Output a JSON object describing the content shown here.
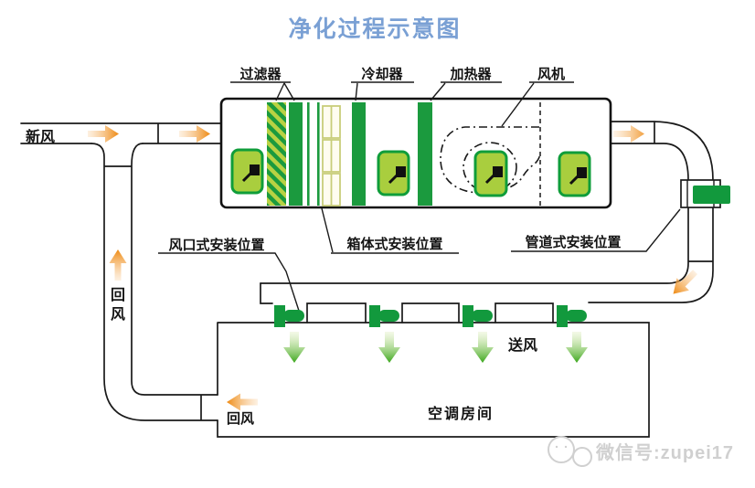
{
  "title": "净化过程示意图",
  "labels": {
    "filter": "过滤器",
    "cooler": "冷却器",
    "heater": "加热器",
    "fan": "风机",
    "fresh_air": "新风",
    "return_air": "回风",
    "supply_air": "送风",
    "room": "空调房间",
    "install_outlet": "风口式安装位置",
    "install_box": "箱体式安装位置",
    "install_duct": "管道式安装位置"
  },
  "watermark": {
    "text": "微信号:zupei17"
  },
  "colors": {
    "title_blue": "#7aa0d4",
    "band_green": "#1b9a3e",
    "device_fill": "#a9ce3e",
    "device_border": "#0f9d3a",
    "diffuser_green": "#12993d",
    "arrow_orange": "#ee8a12",
    "arrow_green": "#3aa61c",
    "hatch_light": "#b9d243",
    "coil_outline": "#c8cd7a",
    "watermark_gray": "#d0d0d0",
    "line_black": "#1a1a1a"
  }
}
